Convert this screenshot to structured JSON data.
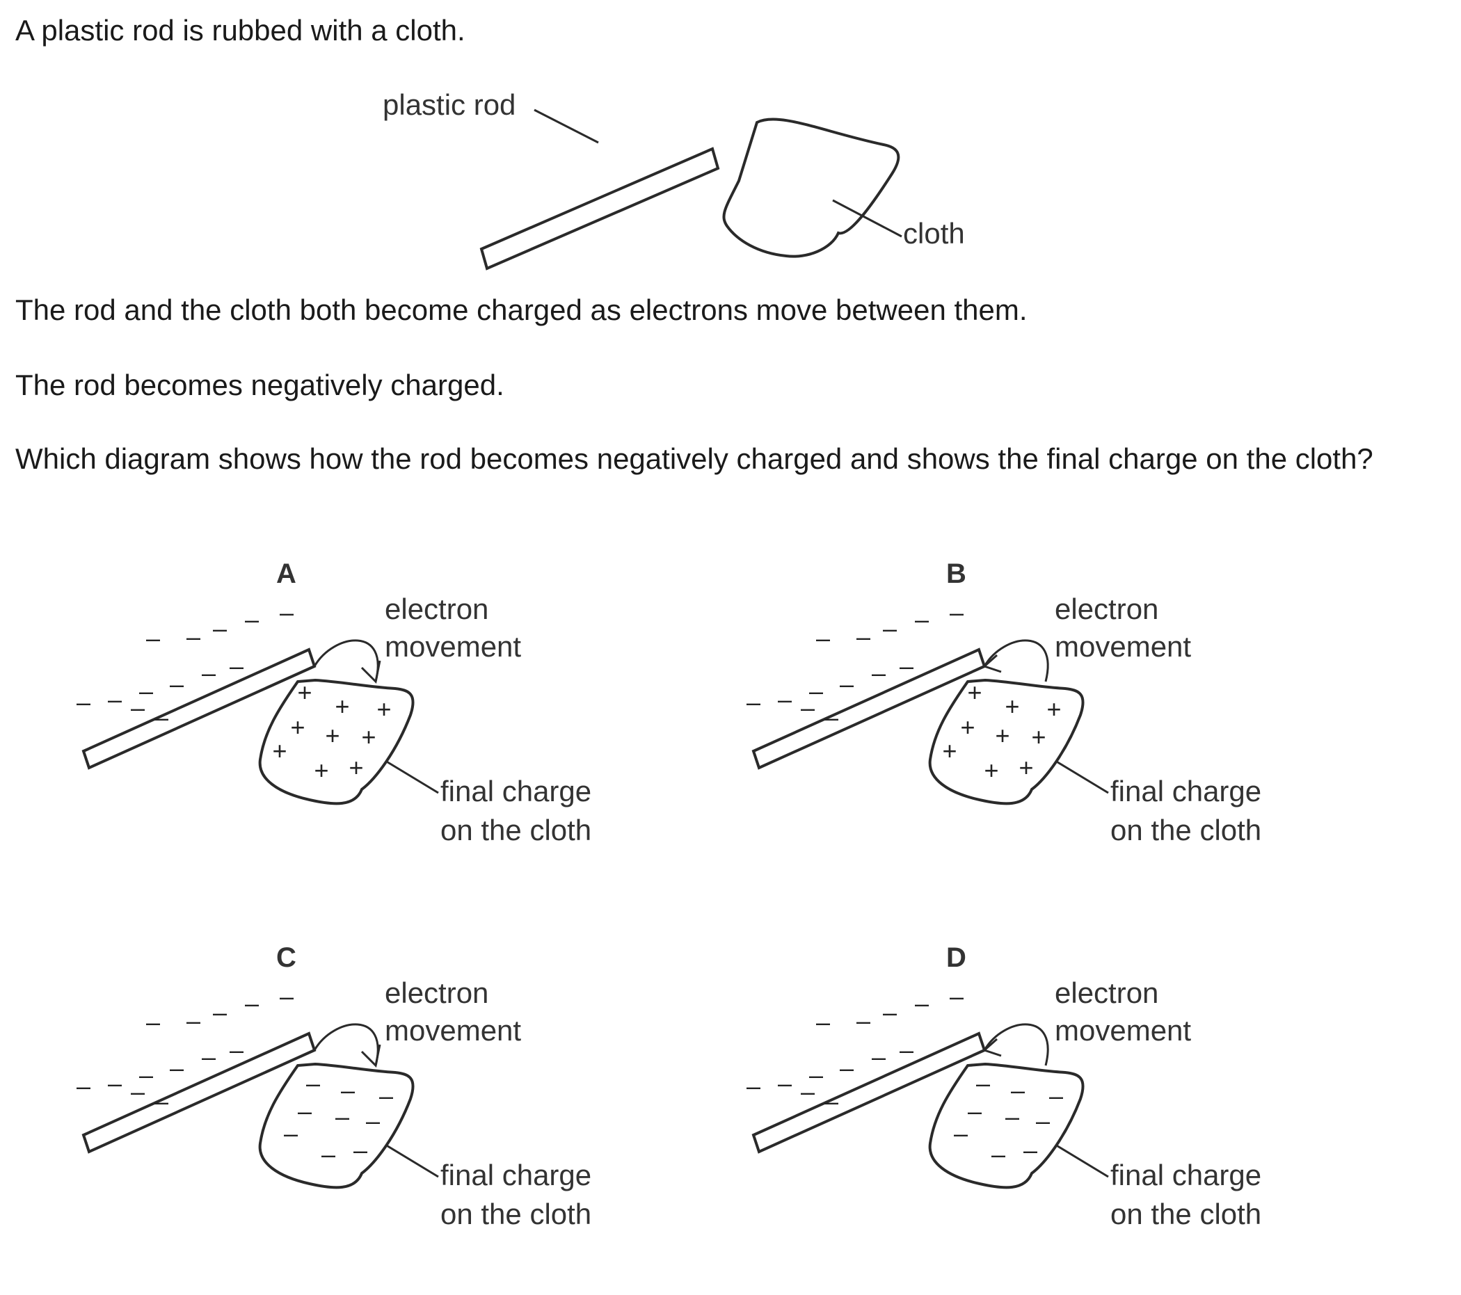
{
  "intro": "A plastic rod is rubbed with a cloth.",
  "figure": {
    "rod_label": "plastic rod",
    "cloth_label": "cloth"
  },
  "statement_charged": "The rod and the cloth both become charged as electrons move between them.",
  "statement_negative": "The rod becomes negatively charged.",
  "question": "Which diagram shows how the rod becomes negatively charged and shows the final charge on the cloth?",
  "options": [
    {
      "letter": "A",
      "label_movement_1": "electron",
      "label_movement_2": "movement",
      "label_charge_1": "final charge",
      "label_charge_2": "on the cloth",
      "arrow_direction": "rod-to-cloth",
      "cloth_charge": "+"
    },
    {
      "letter": "B",
      "label_movement_1": "electron",
      "label_movement_2": "movement",
      "label_charge_1": "final charge",
      "label_charge_2": "on the cloth",
      "arrow_direction": "cloth-to-rod",
      "cloth_charge": "+"
    },
    {
      "letter": "C",
      "label_movement_1": "electron",
      "label_movement_2": "movement",
      "label_charge_1": "final charge",
      "label_charge_2": "on the cloth",
      "arrow_direction": "rod-to-cloth",
      "cloth_charge": "–"
    },
    {
      "letter": "D",
      "label_movement_1": "electron",
      "label_movement_2": "movement",
      "label_charge_1": "final charge",
      "label_charge_2": "on the cloth",
      "arrow_direction": "cloth-to-rod",
      "cloth_charge": "–"
    }
  ],
  "rod_charge": "–"
}
